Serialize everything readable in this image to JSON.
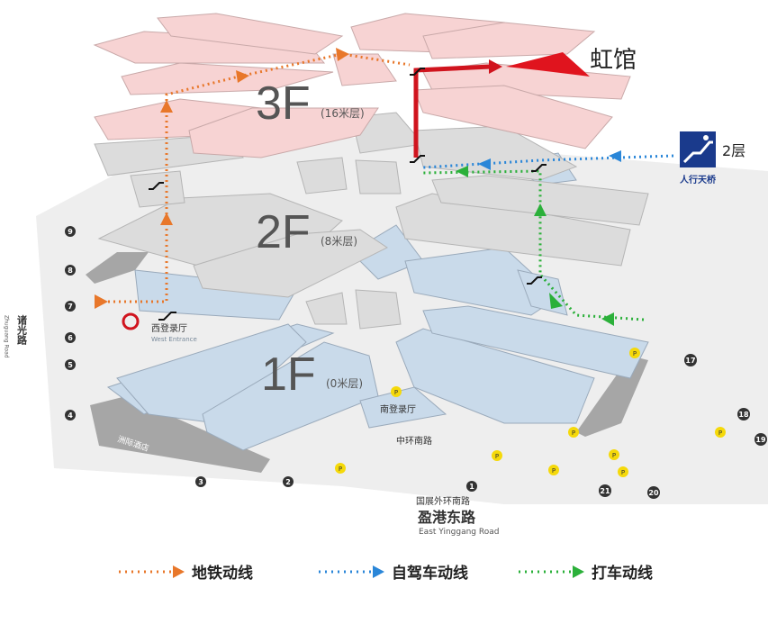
{
  "destination": "虹馆",
  "floors": [
    {
      "label": "3F",
      "height": "(16米层)"
    },
    {
      "label": "2F",
      "height": "(8米层)"
    },
    {
      "label": "1F",
      "height": "(0米层)"
    }
  ],
  "bridge": {
    "floor": "2层",
    "label": "人行天桥"
  },
  "entrances": {
    "west": {
      "zh": "西登录厅",
      "en": "West Entrance"
    },
    "south": {
      "zh": "南登录厅"
    }
  },
  "roads": {
    "zhonghuan_south": "中环南路",
    "outer_ring_south": "国展外环南路",
    "yinggang_zh": "盈港东路",
    "yinggang_en": "East Yinggang Road",
    "zhuguang_zh": "诸光路",
    "zhuguang_en": "Zhuguang Road"
  },
  "hotel": "洲际酒店",
  "gate_numbers": [
    "1",
    "2",
    "3",
    "4",
    "5",
    "6",
    "7",
    "8",
    "9",
    "17",
    "18",
    "19",
    "20",
    "21"
  ],
  "parking_symbol": "P",
  "legend": [
    {
      "label": "地铁动线",
      "color": "#e8772a"
    },
    {
      "label": "自驾车动线",
      "color": "#2a86d8"
    },
    {
      "label": "打车动线",
      "color": "#2bb03a"
    }
  ],
  "route_color_destination": "#e0141e",
  "bridge_sign_color": "#1a3a8c"
}
